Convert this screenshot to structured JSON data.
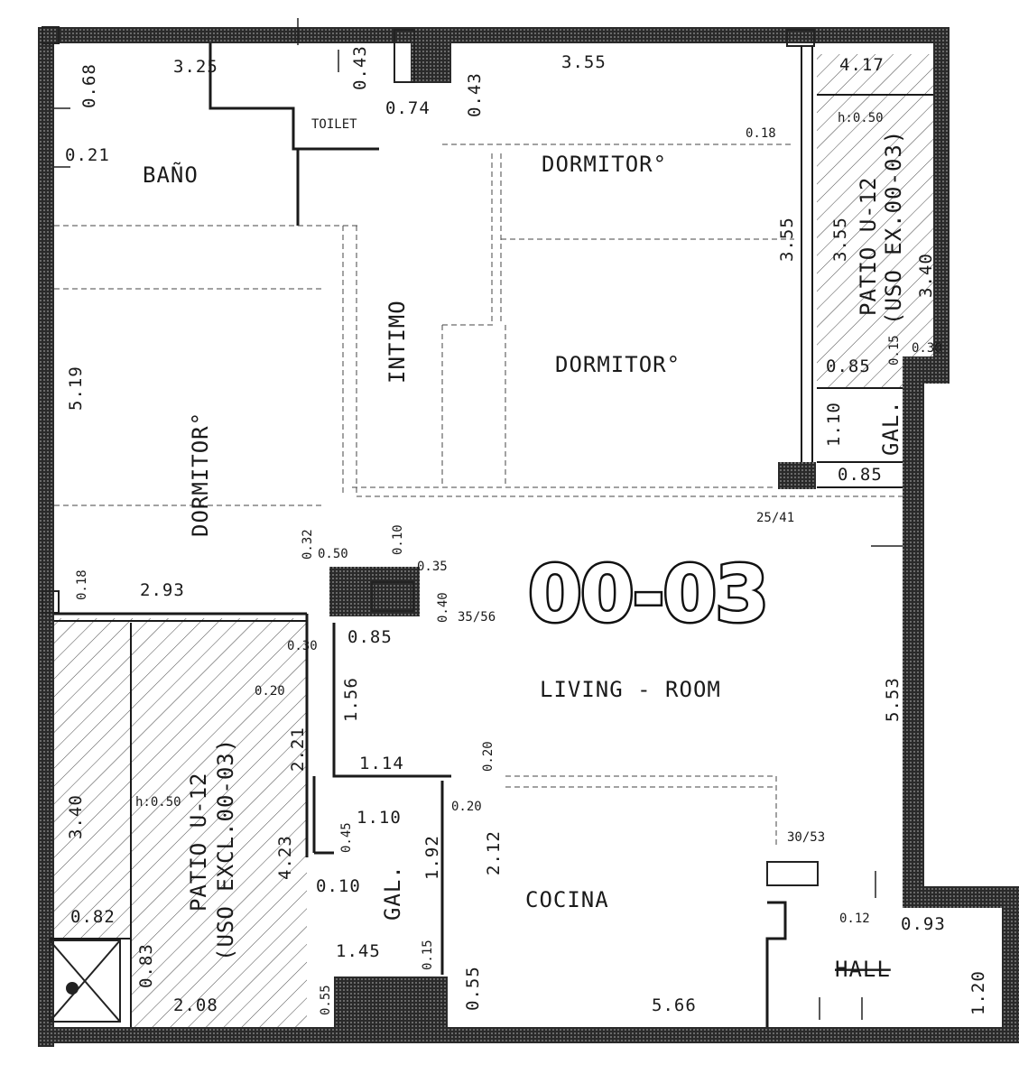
{
  "unit_label": "00-03",
  "rooms": {
    "bano": "BAÑO",
    "toilet": "TOILET",
    "dormitorio_top": "DORMITOR°",
    "dormitorio_mid": "DORMITOR°",
    "dormitorio_left": "DORMITOR°",
    "intimo": "INTIMO",
    "living": "LIVING - ROOM",
    "cocina": "COCINA",
    "hall": "HALL",
    "gal_right": "GAL.",
    "gal_left": "GAL.",
    "patio_right": "PATIO U-12",
    "patio_right_note": "(USO EX.00-03)",
    "patio_left": "PATIO U-12",
    "patio_left_note": "(USO EXCL.00-03)"
  },
  "dimensions": {
    "d_325": "3.25",
    "d_043a": "0.43",
    "d_074": "0.74",
    "d_043b": "0.43",
    "d_355_top": "3.55",
    "d_417": "4.17",
    "d_068": "0.68",
    "d_021": "0.21",
    "d_018_r": "0.18",
    "h_050_r": "h:0.50",
    "d_355_v1": "3.55",
    "d_355_v2": "3.55",
    "d_340_r": "3.40",
    "d_015": "0.15",
    "d_030": "0.30",
    "d_085_a": "0.85",
    "d_110_r": "1.10",
    "d_085_b": "0.85",
    "d_2541": "25/41",
    "d_519": "5.19",
    "d_018_l": "0.18",
    "d_293": "2.93",
    "d_032": "0.32",
    "d_050": "0.50",
    "d_010": "0.10",
    "d_035": "0.35",
    "d_040": "0.40",
    "d_3556": "35/56",
    "d_085_c": "0.85",
    "d_030b": "0.30",
    "d_020": "0.20",
    "d_221": "2.21",
    "d_156": "1.56",
    "d_114": "1.14",
    "d_020b": "0.20",
    "d_553": "5.53",
    "d_340_l": "3.40",
    "h_050_l": "h:0.50",
    "d_423": "4.23",
    "d_045": "0.45",
    "d_110_l": "1.10",
    "d_020c": "0.20",
    "d_192": "1.92",
    "d_212": "2.12",
    "d_3053": "30/53",
    "d_010b": "0.10",
    "d_082": "0.82",
    "d_083": "0.83",
    "d_145": "1.45",
    "d_015b": "0.15",
    "d_055": "0.55",
    "d_055b": "0.55",
    "d_012": "0.12",
    "d_093": "0.93",
    "d_120": "1.20",
    "d_208": "2.08",
    "d_566": "5.66"
  }
}
